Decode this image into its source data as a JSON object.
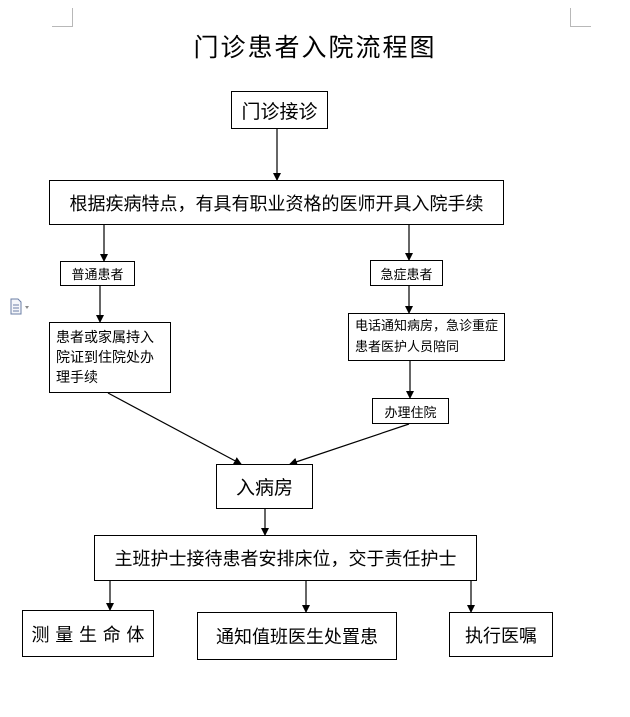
{
  "title": "门诊患者入院流程图",
  "nodes": {
    "outpatient_visit": "门诊接诊",
    "physician_issue": "根据疾病特点，有具有职业资格的医师开具入院手续",
    "regular_patient": "普通患者",
    "emergency_patient": "急症患者",
    "regular_procedure": "患者或家属持入院证到住院处办理手续",
    "emergency_notify": "电话通知病房，急诊重症患者医护人员陪同",
    "handle_admission": "办理住院",
    "enter_ward": "入病房",
    "head_nurse": "主班护士接待患者安排床位，交于责任护士",
    "vital_signs": "测 量 生 命 体",
    "notify_doctor": "通知值班医生处置患",
    "execute_orders": "执行医嘱"
  },
  "icons": [
    "page-corner-top-left-icon",
    "page-corner-top-right-icon",
    "document-options-icon"
  ]
}
